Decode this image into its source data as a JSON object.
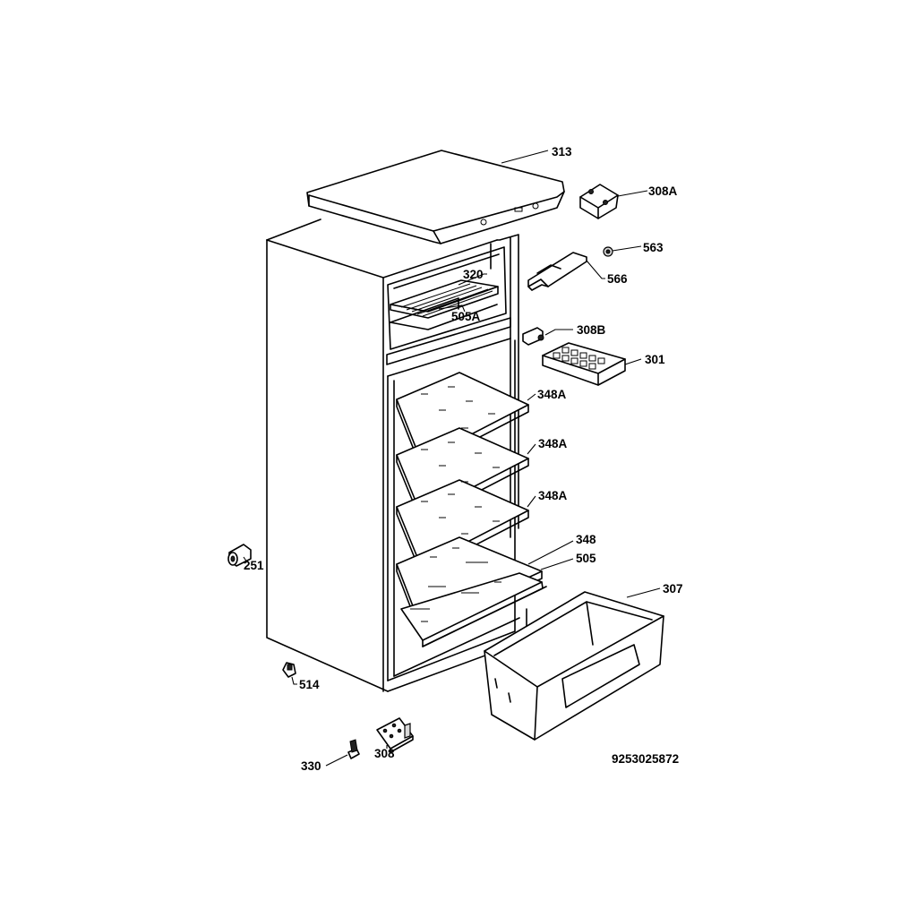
{
  "drawing_number": "9253025872",
  "parts": {
    "p313": "313",
    "p308A": "308A",
    "p563": "563",
    "p566": "566",
    "p320": "320",
    "p505A": "505A",
    "p308B": "308B",
    "p301": "301",
    "p348A_1": "348A",
    "p348A_2": "348A",
    "p348A_3": "348A",
    "p348": "348",
    "p505": "505",
    "p307": "307",
    "p251": "251",
    "p514": "514",
    "p330": "330",
    "p308": "308"
  }
}
